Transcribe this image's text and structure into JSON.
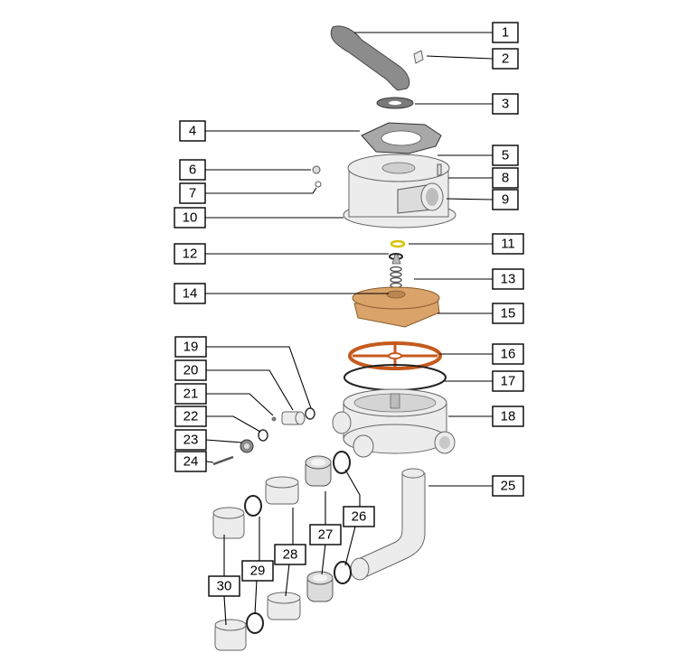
{
  "callouts": [
    "1",
    "2",
    "3",
    "4",
    "5",
    "6",
    "7",
    "8",
    "9",
    "10",
    "11",
    "12",
    "13",
    "14",
    "15",
    "16",
    "17",
    "18",
    "19",
    "20",
    "21",
    "22",
    "23",
    "24",
    "25",
    "26",
    "27",
    "28",
    "29",
    "30"
  ],
  "colors": {
    "plastic_grey": "#dcdcdc",
    "dark_grey": "#8c8c8c",
    "orange_part": "#d9a36a",
    "orange_gasket": "#c55a1e",
    "yellow_oring": "#d8c400"
  }
}
